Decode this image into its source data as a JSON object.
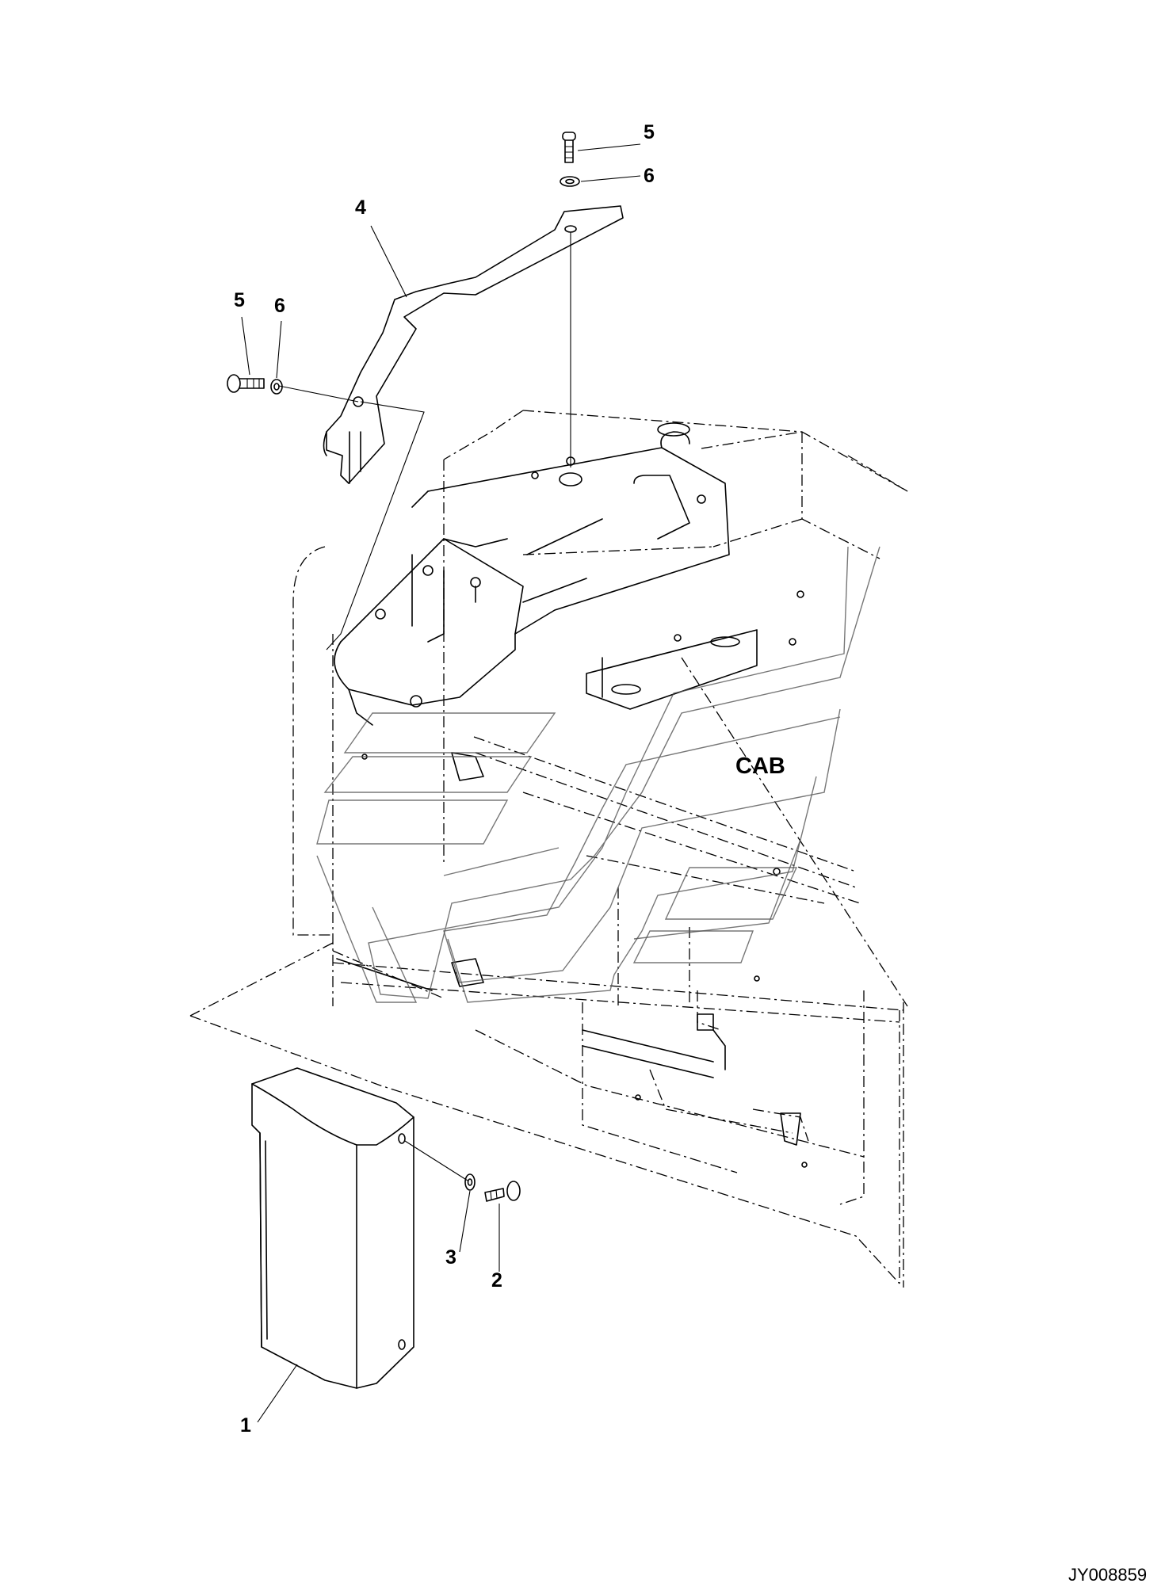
{
  "callouts": {
    "c1": "1",
    "c2": "2",
    "c3": "3",
    "c4": "4",
    "c5_top": "5",
    "c6_top": "6",
    "c5_left": "5",
    "c6_left": "6"
  },
  "labels": {
    "cab": "CAB",
    "drawing_ref": "JY008859"
  }
}
